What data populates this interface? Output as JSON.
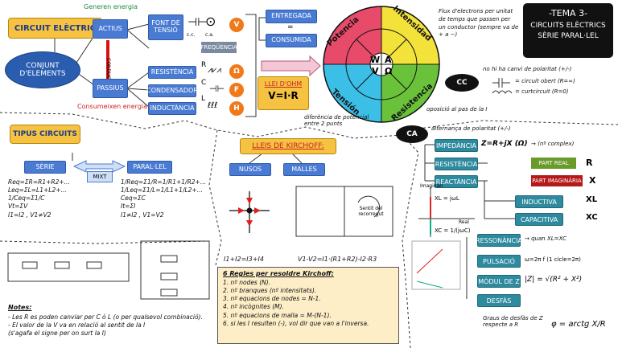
{
  "top_left": {
    "circuit": "CIRCUIT ELÈCTRIC",
    "conjunt": "CONJUNT D'ELEMENTS",
    "generen": "Generen energia",
    "consumeixen": "Consumeixen energia",
    "conductor": "CONDUCTOR",
    "actius": "ACTIUS",
    "passius": "PASSIUS",
    "font": "FONT DE TENSIÓ",
    "cc": "c.c.",
    "ca": "c.a.",
    "frequencia": "FREQÜÈNCIA",
    "resistencia": "RESISTÈNCIA",
    "condensador": "CONDENSADOR",
    "inductancia": "INDUCTÀNCIA",
    "badges": [
      "V",
      "Ω",
      "F",
      "H"
    ],
    "R": "R",
    "C": "C",
    "L": "L"
  },
  "ohm": {
    "entregada": "ENTREGADA",
    "equals": "=",
    "consumida": "CONSUMIDA",
    "title": "LLEI D'OHM",
    "formula": "V=I·R",
    "wheel": {
      "potencia": "Potencia",
      "intensidad": "Intensidad",
      "tension": "Tensión",
      "resistencia": "Resistencia",
      "W": "W",
      "A": "A",
      "V": "V",
      "Ohm": "Ω"
    },
    "diferencia": "diferència de potencial entre 2 punts",
    "oposicio": "oposició al pas de la I",
    "flux": "Flux d'electrons per unitat de temps que passen per un conductor (sempre va de + a −)"
  },
  "tema": {
    "line1": "-TEMA 3-",
    "line2": "CIRCUITS ELÈCTRICS",
    "line3": "SÈRIE PARAL·LEL"
  },
  "cc_section": {
    "label": "CC",
    "desc": "no hi ha canvi de polaritat (+/-)",
    "open": "= circuit obert (R=∞)",
    "short": "= curtcircuit (R=0)"
  },
  "ca_section": {
    "label": "CA",
    "desc": "alternança de polaritat (+/-)",
    "impedancia": "IMPEDÀNCIA",
    "z": "Z=R+jX (Ω)",
    "complex": "→ (nº complex)",
    "resistencia": "RESISTÈNCIA",
    "reactancia": "REACTÀNCIA",
    "real": "PART REAL",
    "imag": "PART IMAGINÀRIA",
    "R": "R",
    "X": "X",
    "inductiva": "INDUCTIVA",
    "capacitiva": "CAPACITIVA",
    "XL": "XL",
    "XC": "XC",
    "ressonancia": "RESSONÀNCIA",
    "quan": "→ quan XL=XC",
    "pulsacio": "PULSACIÓ",
    "w": "ω=2π f (1 cicle=2π)",
    "modul": "MÒDUL DE Z",
    "modul_f": "|Z| = √(R² + X²)",
    "desfas": "DESFÀS",
    "graus": "Graus de desfàs de Z respecte a R",
    "phi": "φ = arctg X/R",
    "imaginari": "Imaginari",
    "real_axis": "Real",
    "xl_f": "XL = jωL",
    "xc_f": "XC = 1/(jωC)"
  },
  "tipus": {
    "title": "TIPUS CIRCUITS",
    "serie": "SÈRIE",
    "mixt": "MIXT",
    "parallel": "PARAL·LEL",
    "serie_lines": [
      "Req=ΣR=R1+R2+...",
      "Leq=ΣL=L1+L2+...",
      "1/Ceq=Σ1/C",
      "Vt=ΣV",
      "I1=I2 , V1≠V2"
    ],
    "par_lines": [
      "1/Req=Σ1/R=1/R1+1/R2+...",
      "1/Leq=Σ1/L=1/L1+1/L2+...",
      "Ceq=ΣC",
      "It=ΣI",
      "I1≠I2 , V1=V2"
    ]
  },
  "kirchhoff": {
    "title": "LLEIS DE KIRCHOFF:",
    "nusos": "NUSOS",
    "malles": "MALLES",
    "nus_eq": "I1+I2=I3+I4",
    "malla_eq": "V1-V2=I1·(R1+R2)-I2·R3",
    "sentit": "Sentit del recorregut",
    "rules_title": "6 Regles per resoldre Kirchoff:",
    "rules": [
      "1. nº nodes (N).",
      "2. nº branques (nº intensitats).",
      "3. nº equacions de nodes = N-1.",
      "4. nº incògnites (M).",
      "5. nº equacions de malla = M-(N-1).",
      "6. si les I resulten (-), vol dir que van a l'inversa."
    ]
  },
  "notes": {
    "title": "Notes:",
    "lines": [
      "- Les R es poden canviar per C ó L (o per qualsevol combinació).",
      "- El valor de la V va en relació al sentit de la I",
      "  (s'agafa el signe per on surt la I)"
    ]
  }
}
